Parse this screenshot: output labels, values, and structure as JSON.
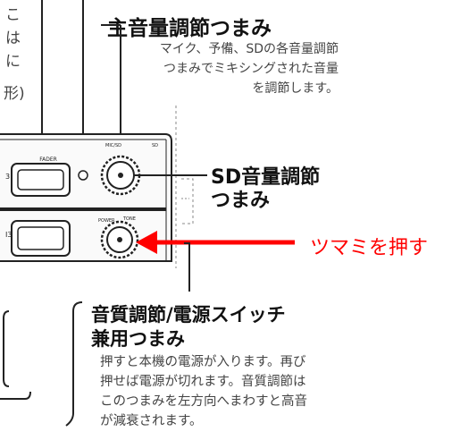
{
  "left_fragment": [
    "こ",
    "は",
    "に",
    "形)"
  ],
  "main_volume": {
    "title": "主音量調節つまみ",
    "body": [
      "マイク、予備、SDの各音量調節",
      "つまみでミキシングされた音量",
      "を調節します。"
    ]
  },
  "sd_volume": {
    "title": [
      "SD音量調節",
      "つまみ"
    ]
  },
  "tone_power": {
    "title": [
      "音質調節/電源スイッチ",
      "兼用つまみ"
    ],
    "body": [
      "押すと本機の電源が入ります。再び",
      "押せば電源が切れます。音質調節は",
      "このつまみを左方向へまわすと高音",
      "が減衰されます。"
    ]
  },
  "callout": {
    "label": "ツマミを押す",
    "color": "#ff0000"
  },
  "panel": {
    "fader_label": "FADER",
    "mic_sd_label": "MIC/SD",
    "sd_label": "SD",
    "power_label": "POWER",
    "tone_label": "TONE",
    "left_labels": [
      "3",
      "I3"
    ]
  }
}
